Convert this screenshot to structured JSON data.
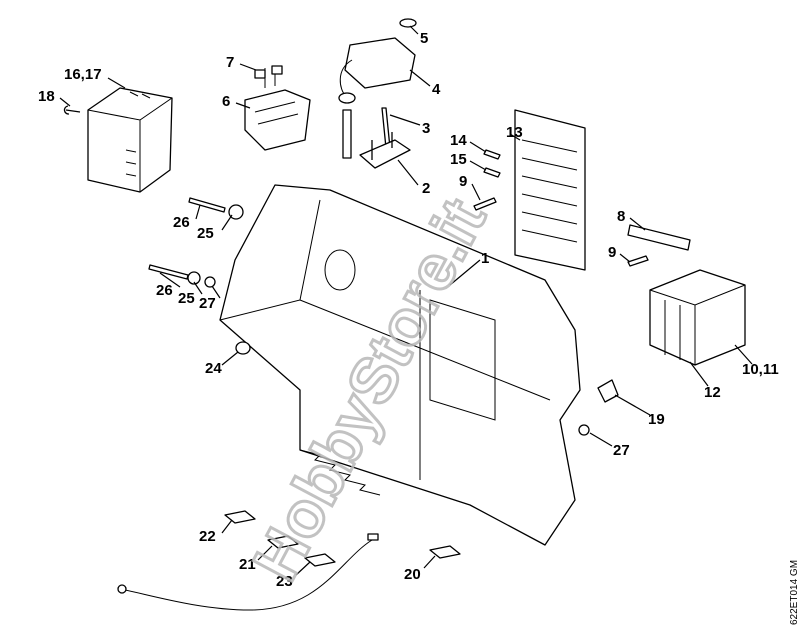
{
  "diagram": {
    "callouts": [
      "16,17",
      "18",
      "7",
      "6",
      "5",
      "4",
      "3",
      "2",
      "14",
      "13",
      "15",
      "9",
      "8",
      "9",
      "26",
      "25",
      "26",
      "25",
      "27",
      "1",
      "24",
      "10,11",
      "12",
      "19",
      "27",
      "22",
      "21",
      "23",
      "20"
    ],
    "drawing_code": "622ET014 GM",
    "watermark": "HobbyStore.it",
    "line_color": "#000000",
    "watermark_color": "#b8b8b8"
  }
}
